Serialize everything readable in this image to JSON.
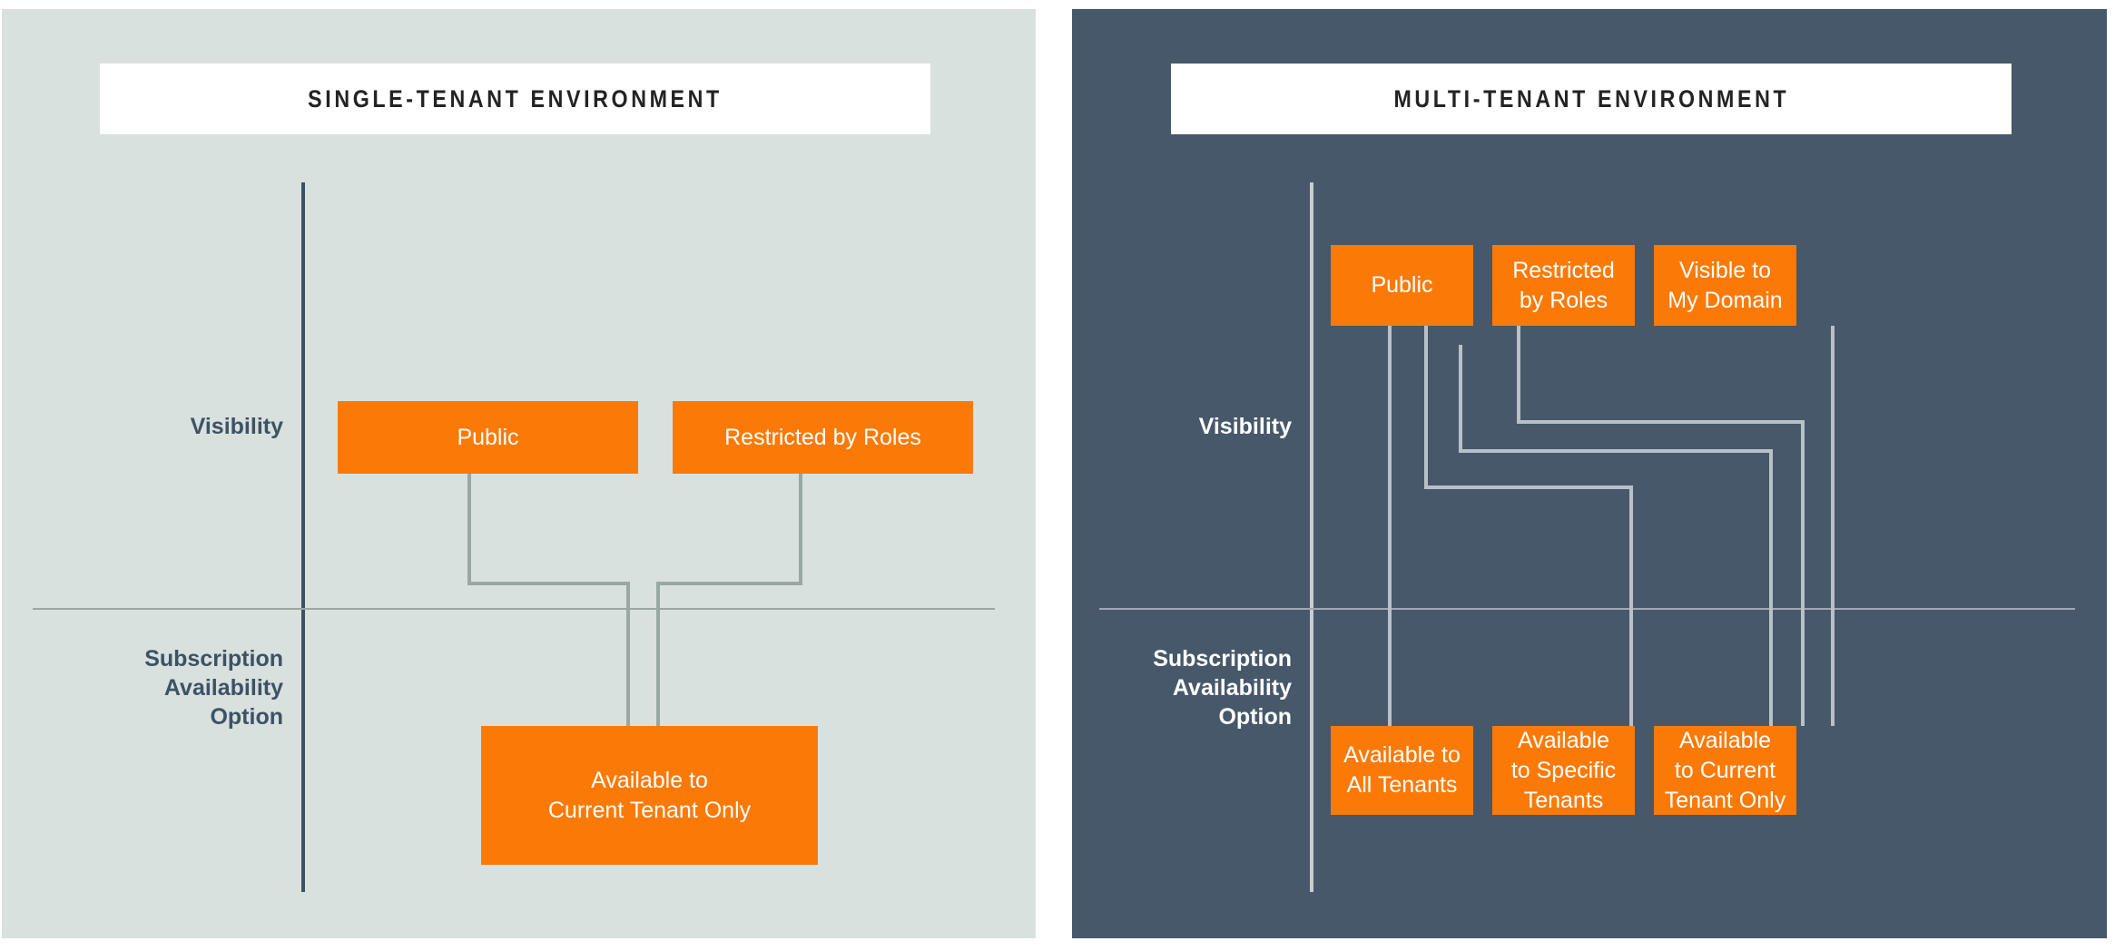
{
  "diagram": {
    "title_left": "SINGLE-TENANT ENVIRONMENT",
    "title_right": "MULTI-TENANT ENVIRONMENT",
    "row_labels": {
      "visibility": "Visibility",
      "subscription_line1": "Subscription",
      "subscription_line2": "Availability",
      "subscription_line3": "Option"
    },
    "colors": {
      "panel_left_bg": "#d9e1de",
      "panel_right_bg": "#46586a",
      "node": "#fb7a07",
      "axis_left": "#3c5266",
      "axis_right": "#c7cdd2",
      "connector_left": "#9aa7a4",
      "connector_right": "#b9c1c8",
      "title_bg": "#ffffff",
      "title_text": "#232323"
    }
  },
  "left_panel": {
    "visibility_nodes": [
      {
        "label": "Public"
      },
      {
        "label": "Restricted by Roles"
      }
    ],
    "subscription_nodes": [
      {
        "line1": "Available to",
        "line2": "Current Tenant Only"
      }
    ],
    "connections": [
      {
        "from": "Public",
        "to": "Available to Current Tenant Only"
      },
      {
        "from": "Restricted by Roles",
        "to": "Available to Current Tenant Only"
      }
    ]
  },
  "right_panel": {
    "visibility_nodes": [
      {
        "line1": "Public",
        "line2": ""
      },
      {
        "line1": "Restricted",
        "line2": "by Roles"
      },
      {
        "line1": "Visible to",
        "line2": "My Domain"
      }
    ],
    "subscription_nodes": [
      {
        "line1": "Available to",
        "line2": "All Tenants"
      },
      {
        "line1": "Available",
        "line2": "to Specific",
        "line3": "Tenants"
      },
      {
        "line1": "Available",
        "line2": "to Current",
        "line3": "Tenant Only"
      }
    ],
    "connections": [
      {
        "from": "Public",
        "to": "Available to All Tenants"
      },
      {
        "from": "Public",
        "to": "Available to Specific Tenants"
      },
      {
        "from": "Public",
        "to": "Available to Current Tenant Only"
      },
      {
        "from": "Restricted by Roles",
        "to": "Available to Current Tenant Only"
      },
      {
        "from": "Visible to My Domain",
        "to": "Available to Current Tenant Only"
      }
    ]
  }
}
